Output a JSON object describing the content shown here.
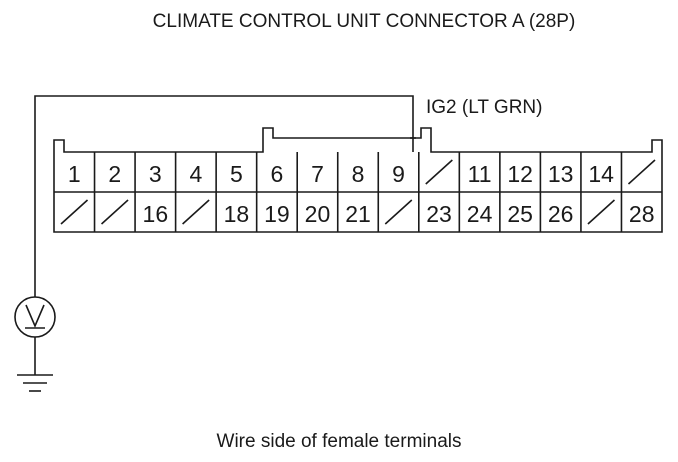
{
  "diagram": {
    "title": "CLIMATE CONTROL UNIT CONNECTOR A (28P)",
    "wire_label": "IG2 (LT GRN)",
    "caption": "Wire side of female terminals",
    "meter_symbol": "V",
    "probe_terminal": "9",
    "row_top": [
      "1",
      "2",
      "3",
      "4",
      "5",
      "6",
      "7",
      "8",
      "9",
      "",
      "11",
      "12",
      "13",
      "14",
      ""
    ],
    "row_bottom": [
      "",
      "",
      "16",
      "",
      "18",
      "19",
      "20",
      "21",
      "",
      "23",
      "24",
      "25",
      "26",
      "",
      "28"
    ],
    "icons": [
      "voltmeter-icon",
      "ground-icon"
    ]
  }
}
